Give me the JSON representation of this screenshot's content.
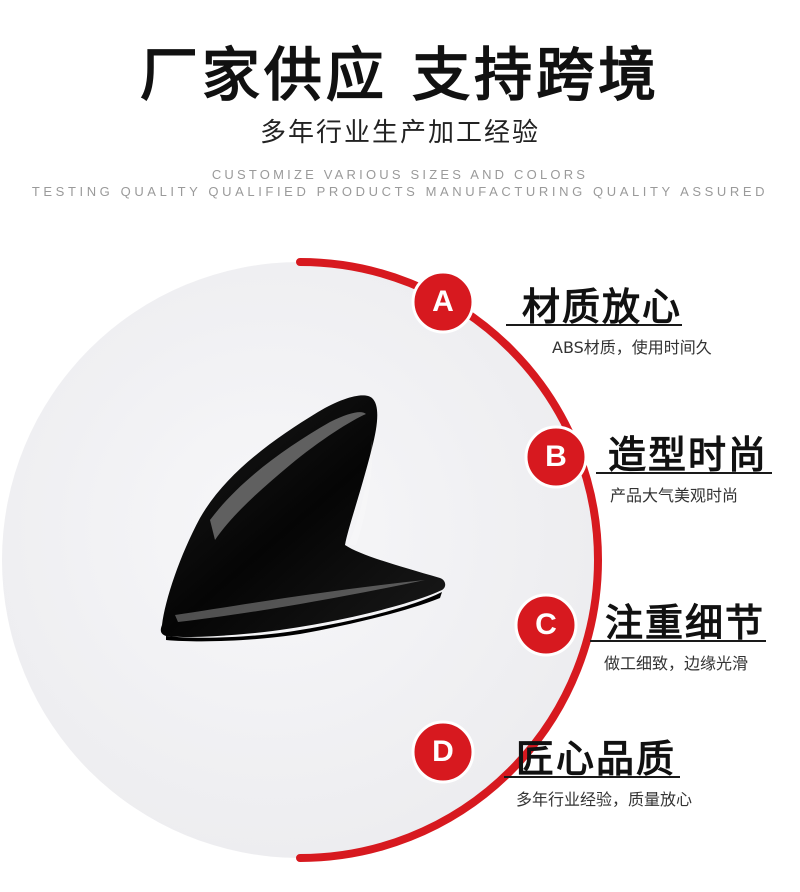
{
  "header": {
    "headline": "厂家供应 支持跨境",
    "subheadline": "多年行业生产加工经验",
    "en_line_1": "CUSTOMIZE VARIOUS SIZES AND COLORS",
    "en_line_2": "TESTING QUALITY QUALIFIED PRODUCTS MANUFACTURING QUALITY ASSURED"
  },
  "colors": {
    "accent_red": "#d7191f",
    "circle_bg": "#f3f3f5",
    "product_black": "#0d0d0d"
  },
  "product": {
    "icon": "shark-fin-antenna-image"
  },
  "features": [
    {
      "letter": "A",
      "title": "材质放心",
      "desc": "ABS材质，使用时间久"
    },
    {
      "letter": "B",
      "title": "造型时尚",
      "desc": "产品大气美观时尚"
    },
    {
      "letter": "C",
      "title": "注重细节",
      "desc": "做工细致，边缘光滑"
    },
    {
      "letter": "D",
      "title": "匠心品质",
      "desc": "多年行业经验，质量放心"
    }
  ]
}
